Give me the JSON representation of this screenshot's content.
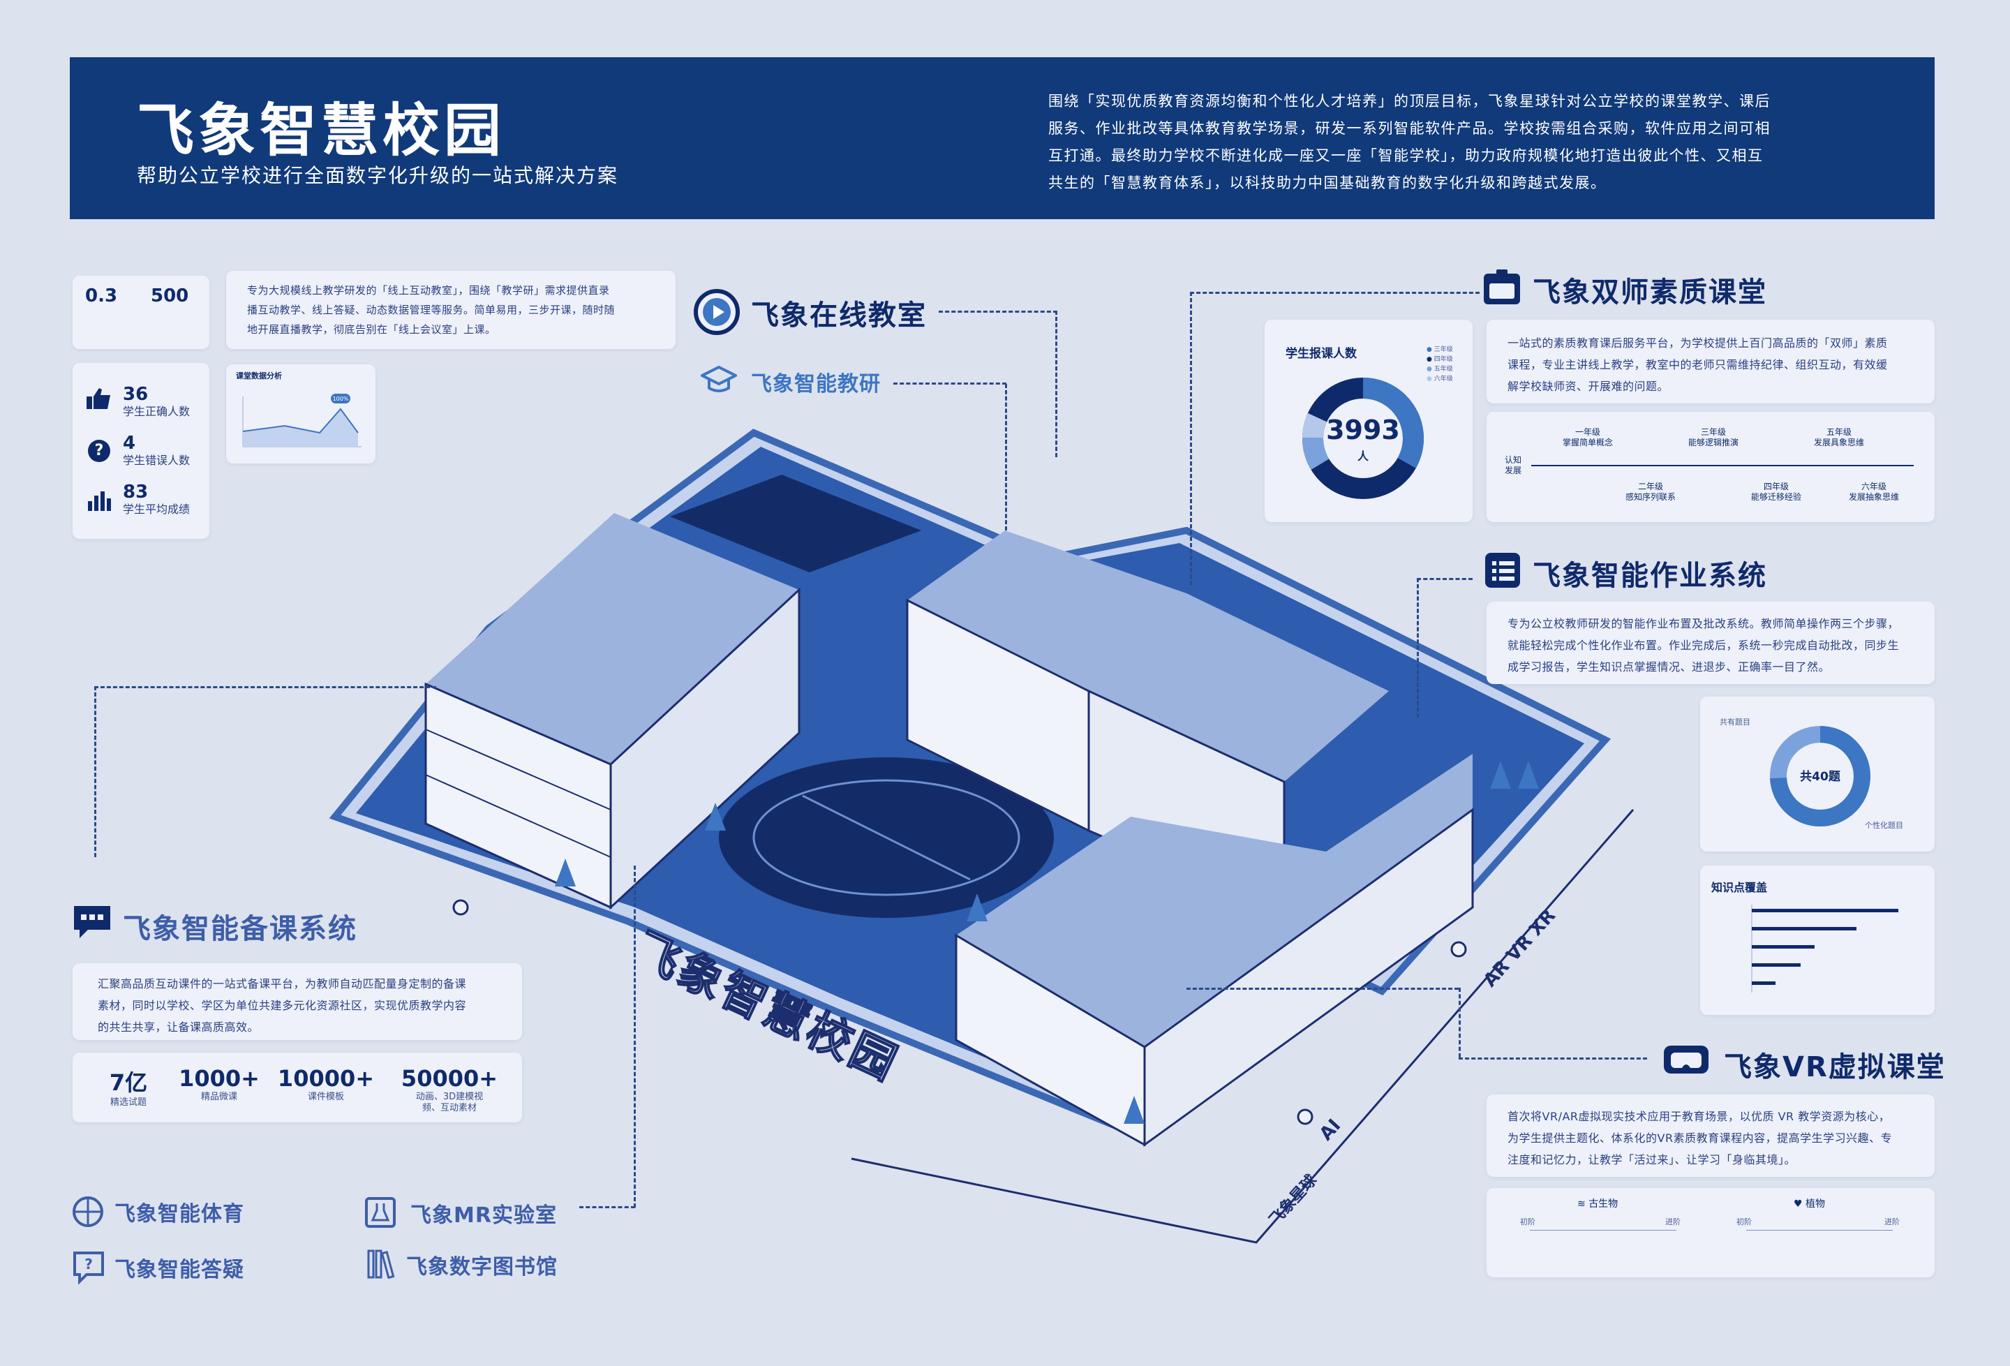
{
  "header": {
    "title": "飞象智慧校园",
    "subtitle": "帮助公立学校进行全面数字化升级的一站式解决方案",
    "intro_lines": [
      "围绕「实现优质教育资源均衡和个性化人才培养」的顶层目标，飞象星球针对公立学校的课堂教学、课后",
      "服务、作业批改等具体教育教学场景，研发一系列智能软件产品。学校按需组合采购，软件应用之间可相",
      "互打通。最终助力学校不断进化成一座又一座「智能学校」，助力政府规模化地打造出彼此个性、又相互",
      "共生的「智慧教育体系」，以科技助力中国基础教育的数字化升级和跨越式发展。"
    ]
  },
  "online_classroom": {
    "title": "飞象在线教室",
    "research_title": "飞象智能教研",
    "desc_lines": [
      "专为大规模线上教学研发的「线上互动教室」，围绕「教学研」需求提供直录",
      "播互动教学、线上答疑、动态数据管理等服务。简单易用，三步开课，随时随",
      "地开展直播教学，彻底告别在「线上会议室」上课。"
    ],
    "metric_a": {
      "value": "0.3"
    },
    "metric_b": {
      "value": "500"
    },
    "stats": [
      {
        "value": "36",
        "label": "学生正确人数",
        "icon": "thumbs-up-icon"
      },
      {
        "value": "4",
        "label": "学生错误人数",
        "icon": "question-icon"
      },
      {
        "value": "83",
        "label": "学生平均成绩",
        "icon": "bar-chart-icon"
      }
    ],
    "chart_title": "课堂数据分析",
    "chart_peak": "100%"
  },
  "dual_teacher": {
    "title": "飞象双师素质课堂",
    "desc_lines": [
      "一站式的素质教育课后服务平台，为学校提供上百门高品质的「双师」素质",
      "课程，专业主讲线上教学，教室中的老师只需维持纪律、组织互动，有效缓",
      "解学校缺师资、开展难的问题。"
    ],
    "donut_title": "学生报课人数",
    "donut_value": "3993",
    "donut_unit": "人",
    "legend": [
      "三年级",
      "四年级",
      "五年级",
      "六年级"
    ],
    "stages_top": [
      {
        "grade": "一年级",
        "desc": "掌握简单概念"
      },
      {
        "grade": "三年级",
        "desc": "能够逻辑推演"
      },
      {
        "grade": "五年级",
        "desc": "发展具象思维"
      }
    ],
    "stages_bottom": [
      {
        "grade": "二年级",
        "desc": "感知序列联系"
      },
      {
        "grade": "四年级",
        "desc": "能够迁移经验"
      },
      {
        "grade": "六年级",
        "desc": "发展抽象思维"
      }
    ],
    "axis_label": "认知发展"
  },
  "homework": {
    "title": "飞象智能作业系统",
    "desc_lines": [
      "专为公立校教师研发的智能作业布置及批改系统。教师简单操作两三个步骤，",
      "就能轻松完成个性化作业布置。作业完成后，系统一秒完成自动批改，同步生",
      "成学习报告，学生知识点掌握情况、进退步、正确率一目了然。"
    ],
    "donut_center": "共40题",
    "donut_top_label": "共有题目",
    "donut_side_label": "个性化题目",
    "bar_title": "知识点覆盖"
  },
  "vr": {
    "title": "飞象VR虚拟课堂",
    "desc_lines": [
      "首次将VR/AR虚拟现实技术应用于教育场景，以优质 VR 教学资源为核心，",
      "为学生提供主题化、体系化的VR素质教育课程内容，提高学生学习兴趣、专",
      "注度和记忆力，让教学「活过来」、让学习「身临其境」。"
    ],
    "tab_a": "古生物",
    "tab_b": "植物",
    "level_a": "初阶",
    "level_b": "进阶"
  },
  "prep": {
    "title": "飞象智能备课系统",
    "desc_lines": [
      "汇聚高品质互动课件的一站式备课平台，为教师自动匹配量身定制的备课",
      "素材，同时以学校、学区为单位共建多元化资源社区，实现优质教学内容",
      "的共生共享，让备课高质高效。"
    ],
    "stats": [
      {
        "value": "7亿",
        "label": "精选试题"
      },
      {
        "value": "1000+",
        "label": "精品微课"
      },
      {
        "value": "10000+",
        "label": "课件模板"
      },
      {
        "value": "50000+",
        "label": "动画、3D建模视频、互动素材"
      }
    ]
  },
  "others": [
    {
      "label": "飞象智能体育",
      "icon": "basketball-icon"
    },
    {
      "label": "飞象MR实验室",
      "icon": "flask-icon"
    },
    {
      "label": "飞象智能答疑",
      "icon": "question-bubble-icon"
    },
    {
      "label": "飞象数字图书馆",
      "icon": "books-icon"
    }
  ],
  "illustration": {
    "campus_label": "飞象智慧校园",
    "road_label_a": "AR VR XR",
    "road_label_b": "AI",
    "road_label_c": "飞象星球"
  },
  "colors": {
    "navy": "#0f2a6b",
    "header_bg": "#103a7a",
    "accent": "#3d76c2",
    "background": "#dde2ef",
    "card": "#eef1f9"
  }
}
